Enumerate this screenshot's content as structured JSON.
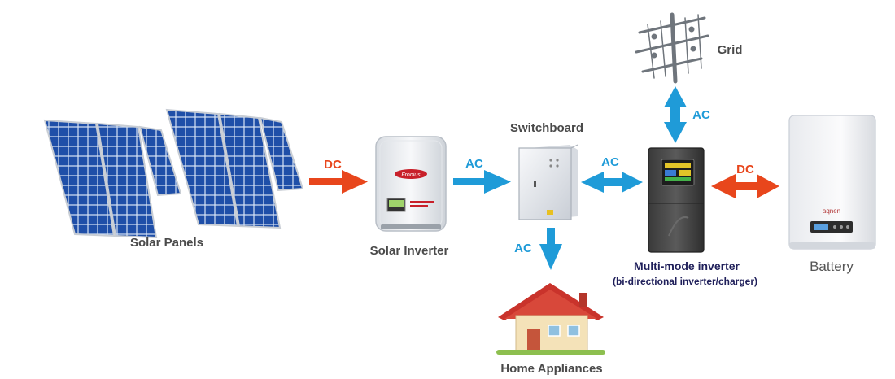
{
  "nodes": {
    "solar_panels": "Solar Panels",
    "solar_inverter": "Solar  Inverter",
    "switchboard": "Switchboard",
    "home_appliances": "Home Appliances",
    "grid": "Grid",
    "multimode_inverter": "Multi-mode inverter",
    "multimode_inverter_sub": "(bi-directional inverter/charger)",
    "battery": "Battery"
  },
  "flows": {
    "panels_to_inverter": "DC",
    "inverter_to_switchboard": "AC",
    "switchboard_to_multimode": "AC",
    "switchboard_to_home": "AC",
    "multimode_to_grid": "AC",
    "multimode_to_battery": "DC"
  },
  "device_text": {
    "inverter_brand": "Fronius",
    "battery_brand": "aqnen"
  },
  "colors": {
    "ac": "#1f9bd8",
    "dc": "#e8461c",
    "panel_cell": "#1f4fa8"
  }
}
